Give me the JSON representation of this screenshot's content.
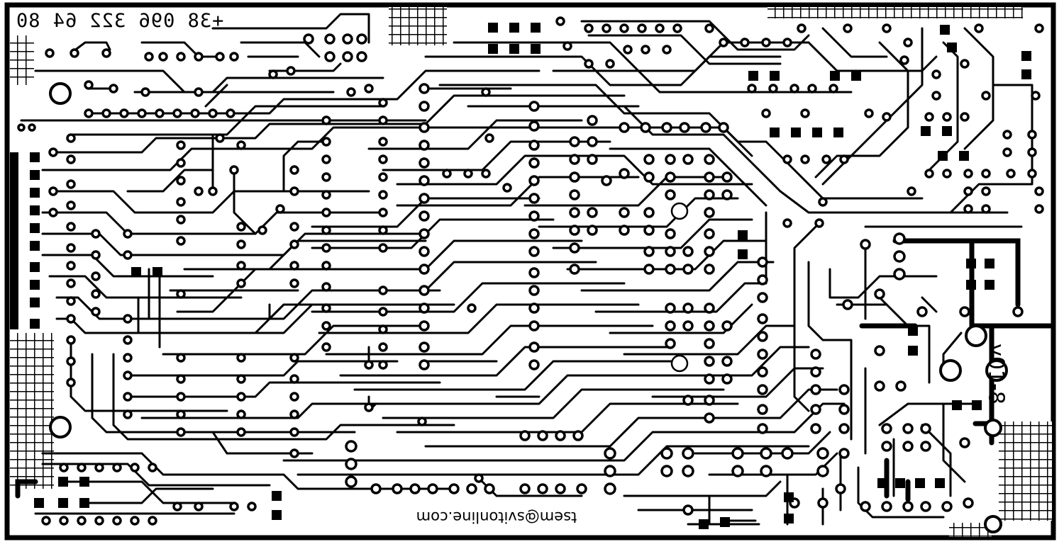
{
  "board": {
    "phone_text": "+38 096 322 64 80",
    "email_text": "tsem@svitonline.com",
    "version_text": "v01-8"
  },
  "colors": {
    "copper": "#000000",
    "substrate": "#ffffff"
  },
  "icons": {
    "pad": "pad-icon",
    "smd": "smd-pad-icon",
    "hole": "mount-hole-icon"
  }
}
